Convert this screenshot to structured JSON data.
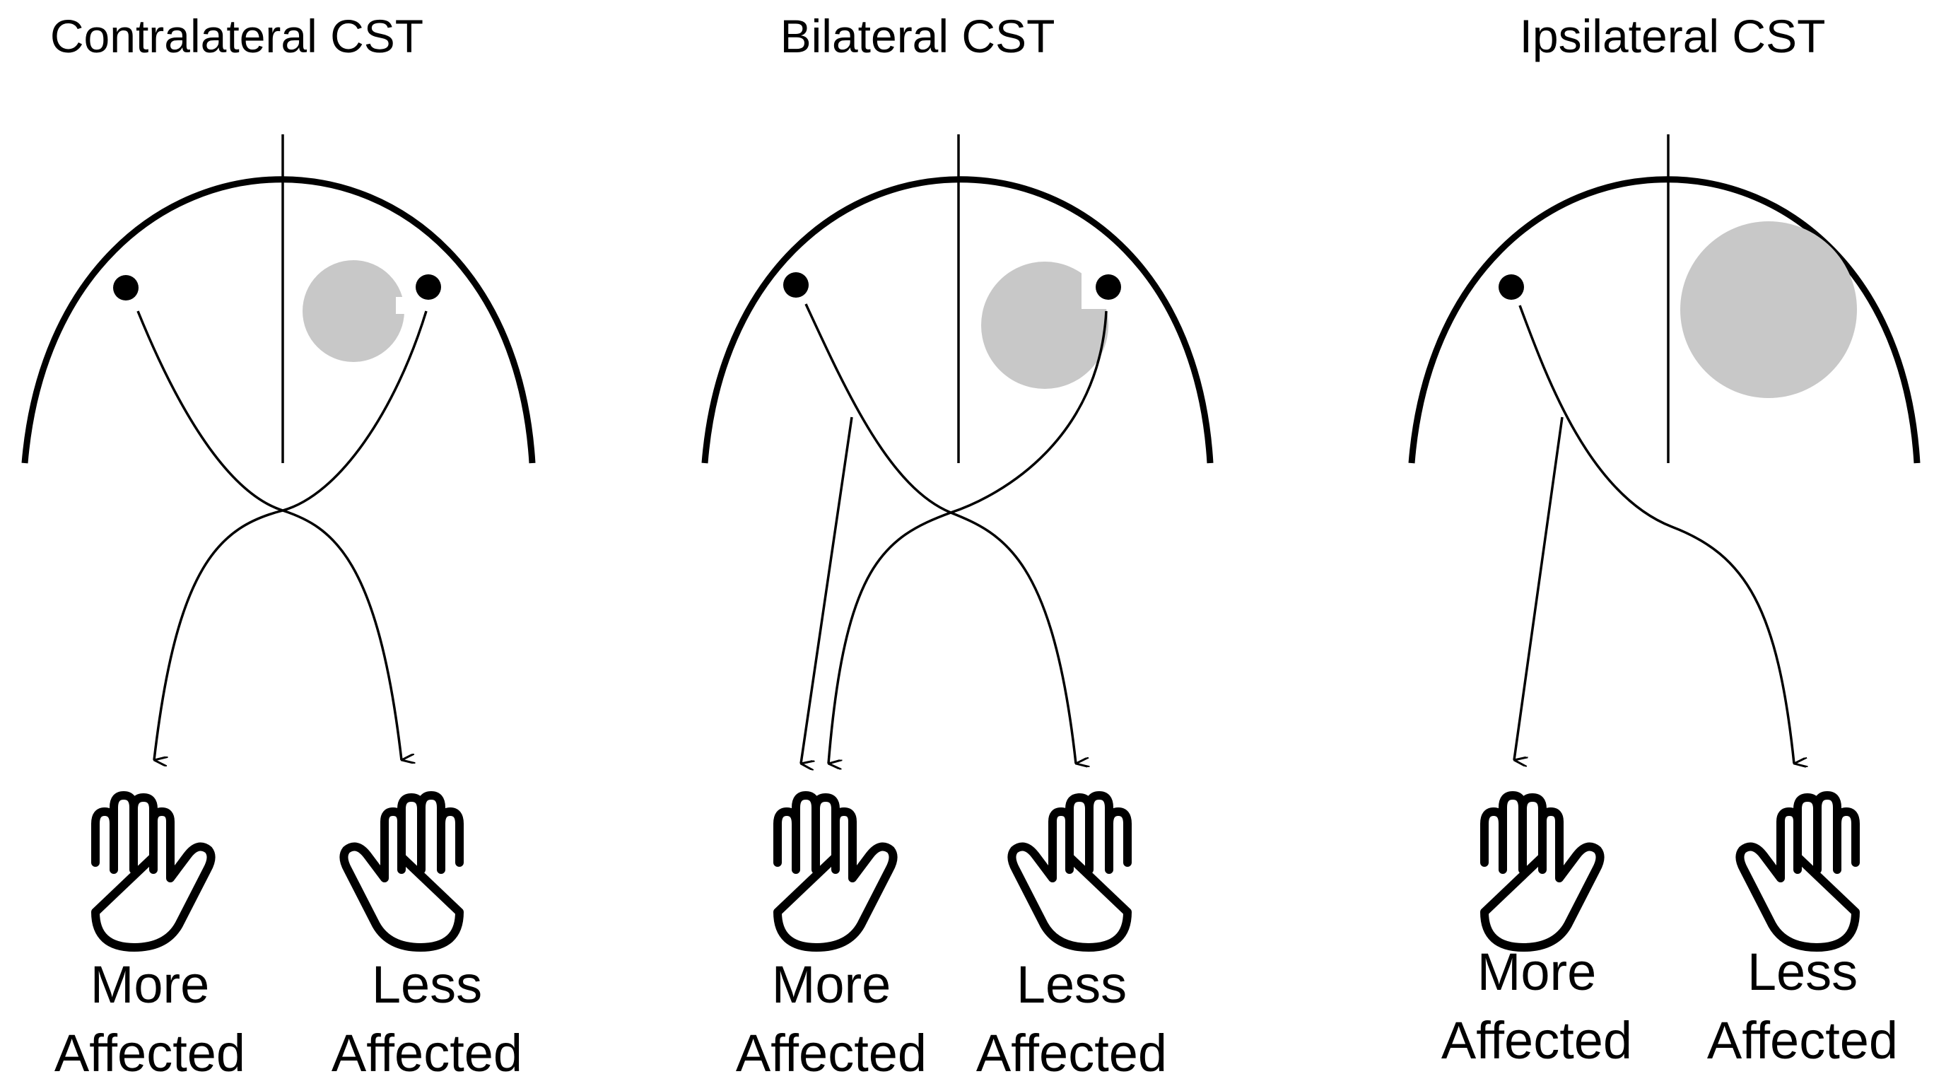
{
  "panels": [
    {
      "id": "contralateral",
      "title": "Contralateral CST",
      "hand_left": {
        "line1": "More",
        "line2": "Affected"
      },
      "hand_right": {
        "line1": "Less",
        "line2": "Affected"
      }
    },
    {
      "id": "bilateral",
      "title": "Bilateral CST",
      "hand_left": {
        "line1": "More",
        "line2": "Affected"
      },
      "hand_right": {
        "line1": "Less",
        "line2": "Affected"
      }
    },
    {
      "id": "ipsilateral",
      "title": "Ipsilateral CST",
      "hand_left": {
        "line1": "More",
        "line2": "Affected"
      },
      "hand_right": {
        "line1": "Less",
        "line2": "Affected"
      }
    }
  ],
  "colors": {
    "lesion": "#c8c8c8",
    "ink": "#000000"
  },
  "icons": [
    "hand-icon",
    "arrowhead-icon"
  ]
}
